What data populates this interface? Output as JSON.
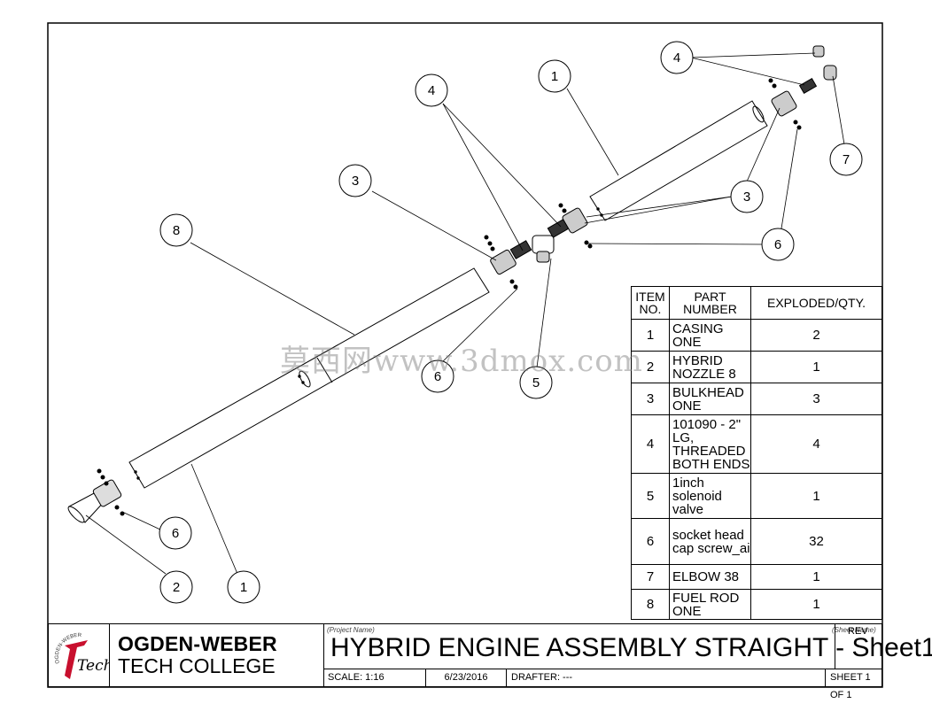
{
  "bom": {
    "headers": {
      "item": "ITEM NO.",
      "part": "PART NUMBER",
      "qty": "EXPLODED/QTY."
    },
    "rows": [
      {
        "item": "1",
        "part": "CASING ONE",
        "qty": "2"
      },
      {
        "item": "2",
        "part": "HYBRID NOZZLE 8",
        "qty": "1"
      },
      {
        "item": "3",
        "part": "BULKHEAD ONE",
        "qty": "3"
      },
      {
        "item": "4",
        "part": "101090 - 2\" LG, THREADED BOTH ENDS",
        "qty": "4"
      },
      {
        "item": "5",
        "part": "1inch solenoid valve",
        "qty": "1"
      },
      {
        "item": "6",
        "part": "socket head cap screw_ai",
        "qty": "32"
      },
      {
        "item": "7",
        "part": "ELBOW 38",
        "qty": "1"
      },
      {
        "item": "8",
        "part": "FUEL ROD ONE",
        "qty": "1"
      }
    ]
  },
  "callouts": [
    "4",
    "1",
    "4",
    "7",
    "3",
    "3",
    "8",
    "6",
    "6",
    "5",
    "6",
    "2",
    "1"
  ],
  "title_block": {
    "college_line1": "OGDEN-WEBER",
    "college_line2": "TECH COLLEGE",
    "logo_ring_text": "OGDEN-WEBER",
    "logo_mark": "Tech",
    "project_name_label": "(Project Name)",
    "sheet_name_label": "(Sheet Name)",
    "title": "HYBRID ENGINE ASSEMBLY STRAIGHT - Sheet1",
    "rev_label": "REV",
    "scale": "SCALE: 1:16",
    "date": "6/23/2016",
    "drafter": "DRAFTER:  ---",
    "sheet": "SHEET 1 OF 1"
  },
  "watermark": "莫西网www.3dmox.com"
}
